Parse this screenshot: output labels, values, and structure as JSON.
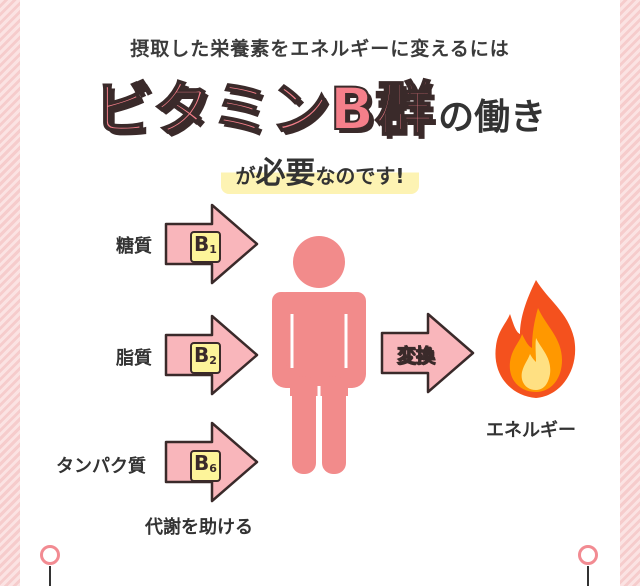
{
  "header": {
    "subtitle": "摂取した栄養素をエネルギーに変えるには",
    "title_main": "ビタミンB群",
    "title_suffix": "の働き",
    "tagline_pre": "が",
    "tagline_em": "必要",
    "tagline_post": "なのです!"
  },
  "inputs": [
    {
      "label": "糖質",
      "badge_letter": "B",
      "badge_sub": "1"
    },
    {
      "label": "脂質",
      "badge_letter": "B",
      "badge_sub": "2"
    },
    {
      "label": "タンパク質",
      "badge_letter": "B",
      "badge_sub": "6"
    }
  ],
  "caption": "代謝を助ける",
  "convert_label": "変換",
  "output_label": "エネルギー",
  "colors": {
    "pink": "#f57f8a",
    "arrow_fill": "#f9b6bb",
    "outline": "#3a2a2a",
    "body": "#f28b8b",
    "badge": "#fdf49a"
  }
}
